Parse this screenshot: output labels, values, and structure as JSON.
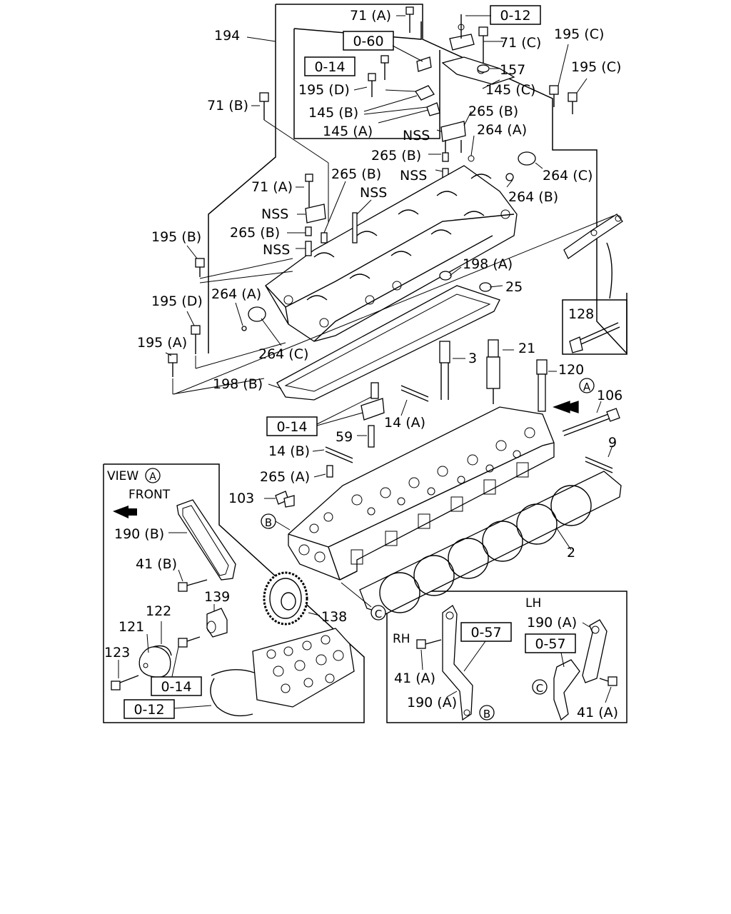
{
  "labels": {
    "l194": "194",
    "l71A_top": "71 (A)",
    "l012_top": "0-12",
    "l060": "0-60",
    "l71C": "71 (C)",
    "l195C_a": "195 (C)",
    "l195C_b": "195 (C)",
    "l014_a": "0-14",
    "l157": "157",
    "l71B": "71 (B)",
    "l195D_top": "195 (D)",
    "l145C": "145 (C)",
    "l145B": "145 (B)",
    "l145A": "145 (A)",
    "l265B_a": "265 (B)",
    "lNSS_a": "NSS",
    "l264A_a": "264 (A)",
    "l265B_b": "265 (B)",
    "lNSS_b": "NSS",
    "l264C_a": "264 (C)",
    "l264B": "264 (B)",
    "l71A_mid": "71 (A)",
    "l265B_c": "265 (B)",
    "lNSS_c": "NSS",
    "lNSS_d": "NSS",
    "l265B_d": "265 (B)",
    "lNSS_e": "NSS",
    "l195B": "195 (B)",
    "l198A": "198 (A)",
    "l25": "25",
    "l264A_b": "264 (A)",
    "l195D_b": "195 (D)",
    "l264C_b": "264 (C)",
    "l195A": "195 (A)",
    "l128": "128",
    "l3": "3",
    "l21": "21",
    "l120": "120",
    "l198B": "198 (B)",
    "lA_marker": "A",
    "l106": "106",
    "l014_b": "0-14",
    "l14A": "14 (A)",
    "l59": "59",
    "l9": "9",
    "l14B": "14 (B)",
    "l265A": "265 (A)",
    "l103": "103",
    "lB_marker": "B",
    "l2": "2",
    "lC_marker": "C",
    "view_label": "VIEW",
    "view_circle": "A",
    "front_label": "FRONT",
    "l190B": "190 (B)",
    "l41B": "41 (B)",
    "l139": "139",
    "l138": "138",
    "l122": "122",
    "l121": "121",
    "l123": "123",
    "l014_c": "0-14",
    "l012_b": "0-12",
    "lh_label": "LH",
    "rh_label": "RH",
    "l057_rh": "0-57",
    "l057_lh": "0-57",
    "l190A_lh": "190 (A)",
    "l41A_rh": "41 (A)",
    "l190A_rh": "190 (A)",
    "lB_rh": "B",
    "lC_lh": "C",
    "l41A_lh": "41 (A)"
  }
}
